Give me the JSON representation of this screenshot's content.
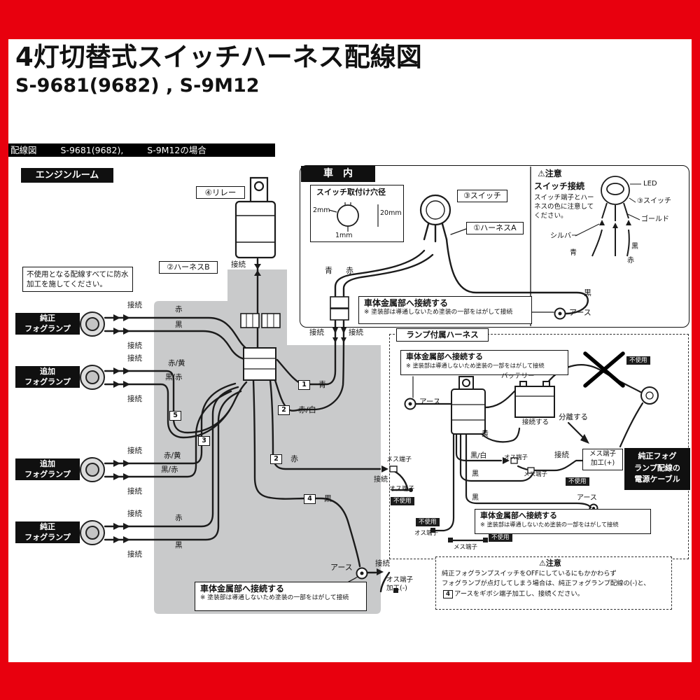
{
  "header": {
    "title": "4灯切替式スイッチハーネス配線図",
    "model": "S-9681(9682) , S-9M12",
    "bar_label": "配線図",
    "bar_model": "S-9681(9682),",
    "bar_case": "S-9M12の場合"
  },
  "colors": {
    "accent_red": "#e8000e",
    "harness_gray": "#c9cacb"
  },
  "sections": {
    "engine_room": "エンジンルーム",
    "cabin": "車　内",
    "lamp_harness": "ランプ付属ハーネス"
  },
  "parts": {
    "relay": "④リレー",
    "switch": "③スイッチ",
    "harness_a": "①ハーネスA",
    "harness_b": "②ハーネスB",
    "battery": "バッテリー",
    "hole_title": "スイッチ取付け穴径",
    "hole_w": "2mm",
    "hole_d": "20mm",
    "hole_t": "1mm"
  },
  "caution_switch": {
    "mark": "⚠",
    "title": "注意",
    "heading": "スイッチ接続",
    "body": "スイッチ端子とハーネスの色に注意してください。",
    "led": "LED",
    "switch": "③スイッチ",
    "gold": "ゴールド",
    "silver": "シルバー",
    "blue": "青",
    "black": "黒",
    "red": "赤"
  },
  "caution_fog": {
    "mark": "⚠",
    "title": "注意",
    "line1": "純正フォグランプスイッチをOFFにしているにもかかわらず",
    "line2": "フォグランプが点灯してしまう場合は、純正フォグランプ配線の(-)と、",
    "tag": "4",
    "line3": "アースをギボシ端子加工し、接続ください。"
  },
  "notes": {
    "waterproof": "不使用となる配線すべてに防水加工を施してください。",
    "ground_title": "車体金属部へ接続する",
    "ground_note": "※ 塗装部は導通しないため塗装の一部をはがして接続"
  },
  "fog": {
    "oem": "純正",
    "add": "追加",
    "lamp": "フォグランプ"
  },
  "wires": {
    "red": "赤",
    "black": "黒",
    "blue": "青",
    "yellow": "黄",
    "red_yellow": "赤/黄",
    "black_red": "黒/赤",
    "red_white": "赤/白",
    "black_white": "黒/白"
  },
  "tags": {
    "t1": "1",
    "t2": "2",
    "t3": "3",
    "t4": "4",
    "t5": "5"
  },
  "terms": {
    "connect": "接続",
    "connect_do": "接続する",
    "separate": "分離する",
    "earth": "アース",
    "unused": "不使用",
    "male": "オス端子",
    "female": "メス端子",
    "female_plus_1": "メス端子",
    "female_plus_2": "加工(+)",
    "male_minus_1": "オス端子",
    "male_minus_2": "加工(-)"
  },
  "power_cable": {
    "l1": "純正フォグ",
    "l2": "ランプ配線の",
    "l3": "電源ケーブル"
  }
}
